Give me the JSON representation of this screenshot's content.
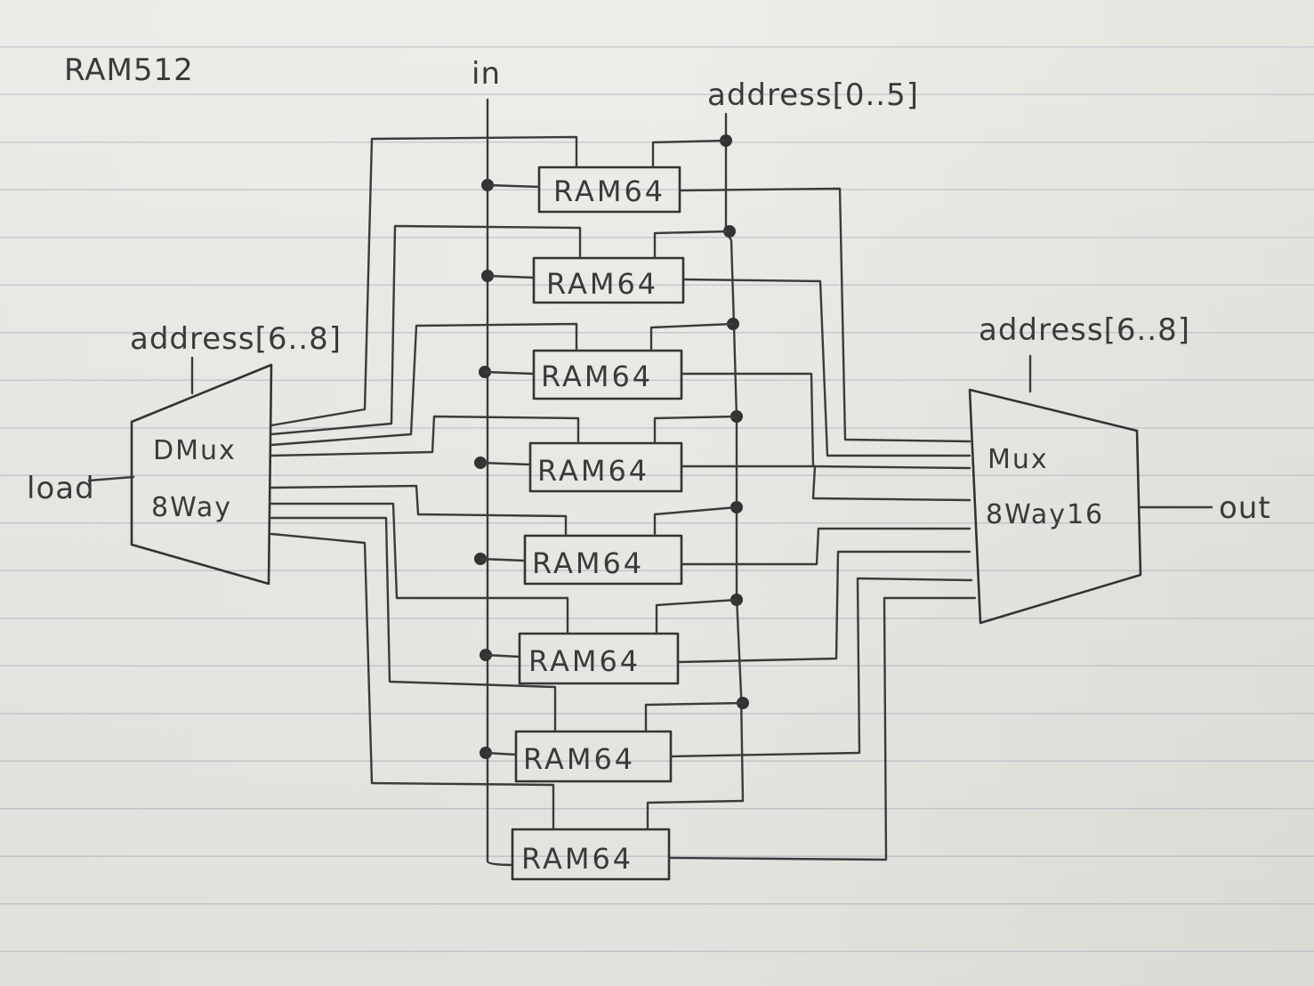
{
  "title": "RAM512",
  "inputs": {
    "data_in": "in",
    "address_low": "address[0..5]",
    "address_high_left": "address[6..8]",
    "address_high_right": "address[6..8]",
    "load": "load"
  },
  "blocks": {
    "demux_line1": "DMux",
    "demux_line2": "8Way",
    "mux_line1": "Mux",
    "mux_line2": "8Way16"
  },
  "output": "out",
  "rams": [
    "RAM64",
    "RAM64",
    "RAM64",
    "RAM64",
    "RAM64",
    "RAM64",
    "RAM64",
    "RAM64"
  ]
}
